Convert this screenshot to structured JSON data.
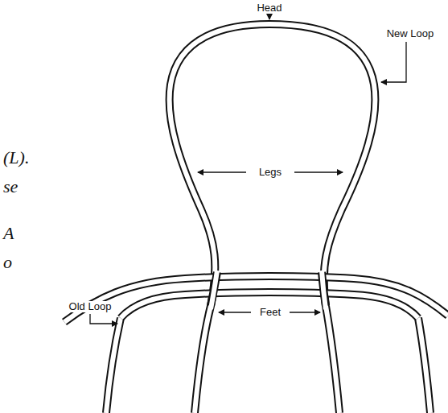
{
  "diagram": {
    "labels": [
      "Head",
      "New Loop",
      "Legs",
      "Old Loop",
      "Feet",
      "(L).",
      "se",
      "A",
      "o"
    ]
  }
}
